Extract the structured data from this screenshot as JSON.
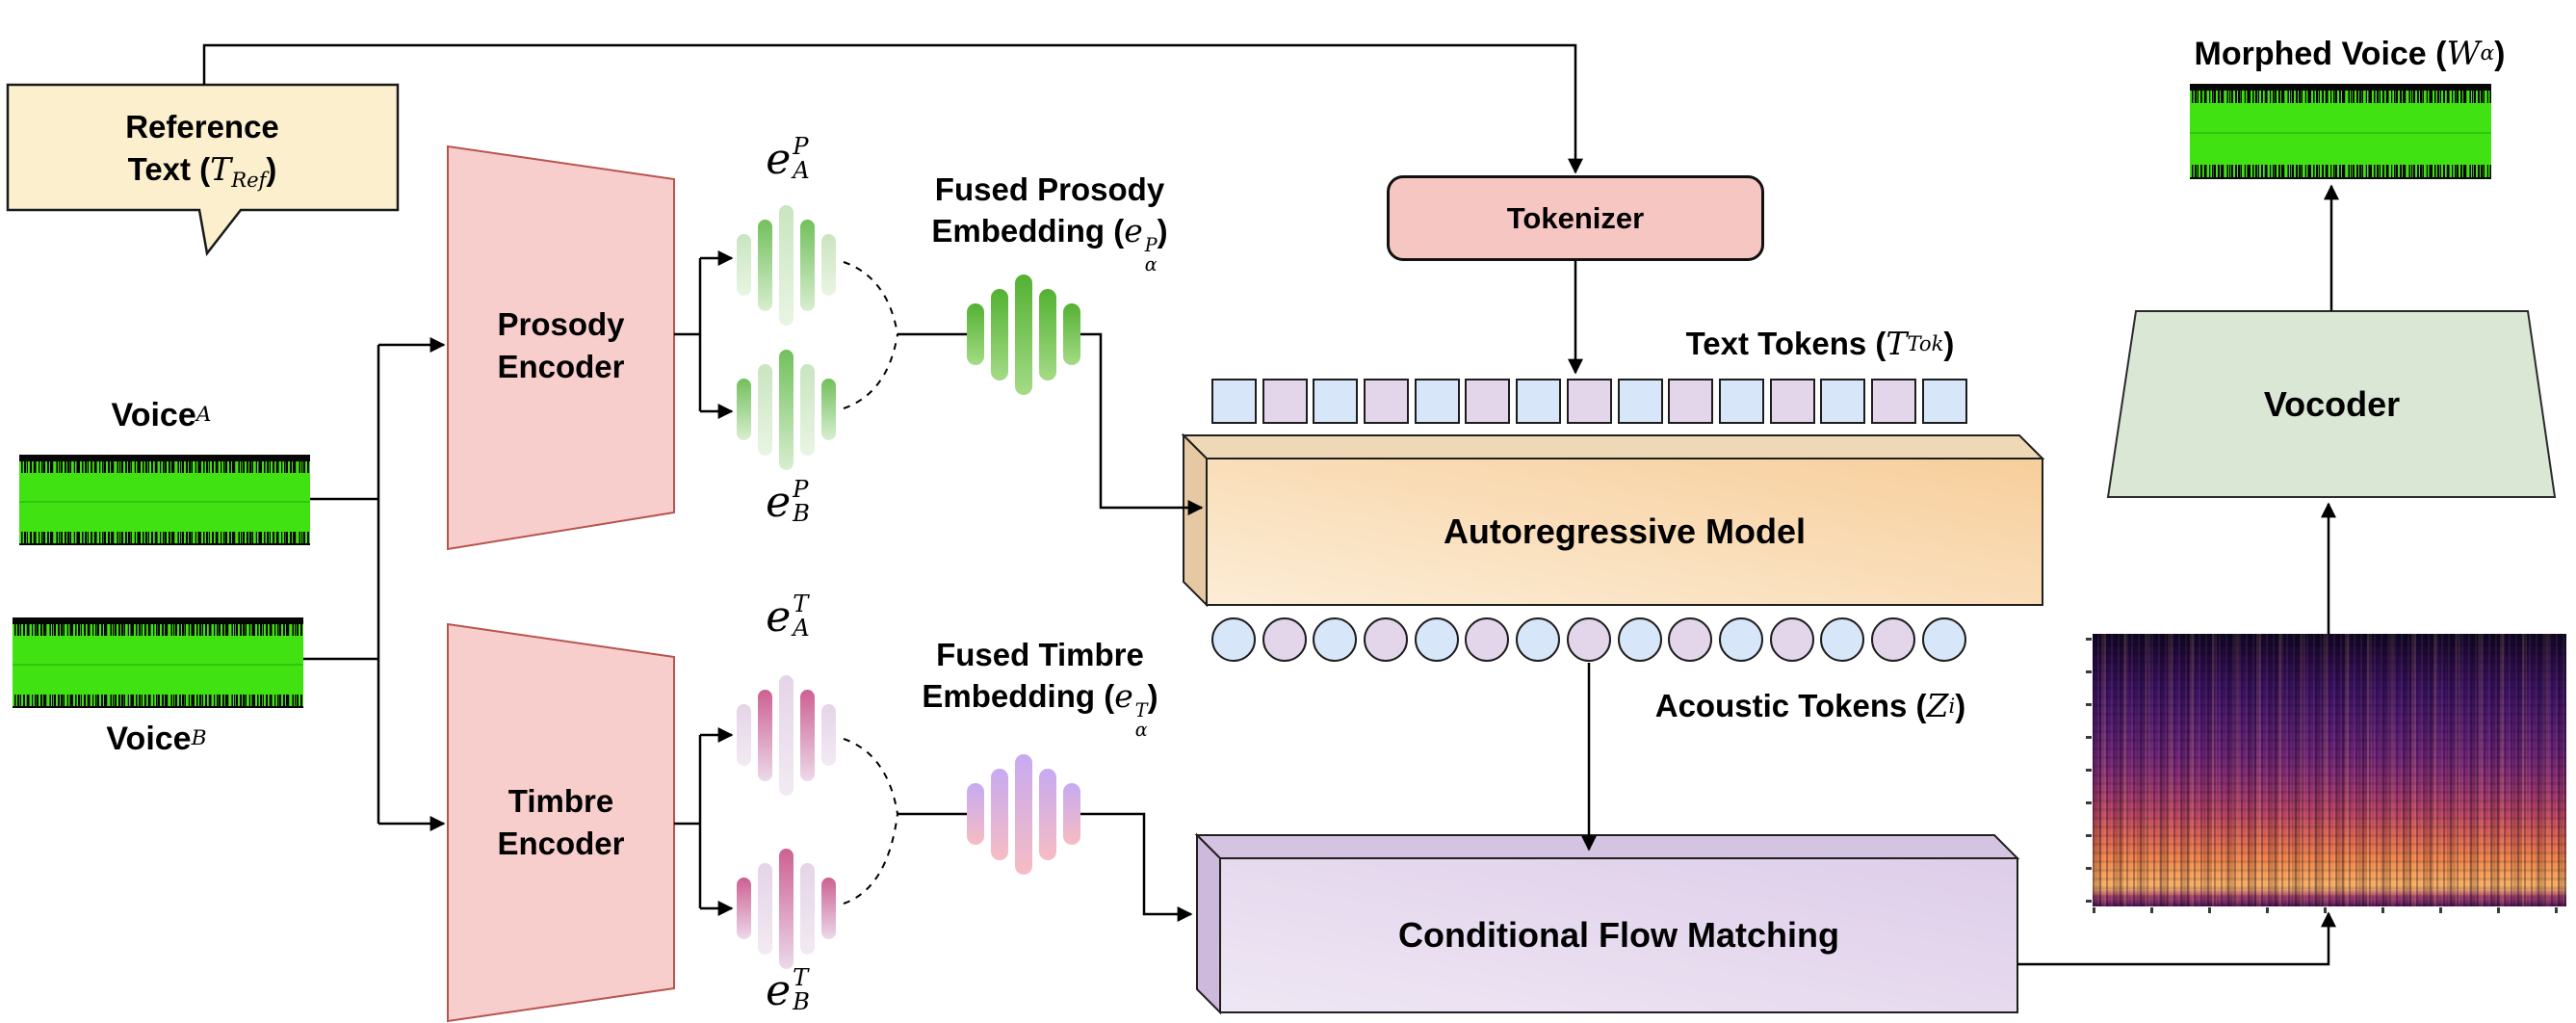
{
  "figure": {
    "type": "architecture-diagram",
    "topic": "voice morphing text-to-speech pipeline"
  },
  "nodes": {
    "reference_bubble": {
      "line1": "Reference",
      "line2_prefix": "Text (",
      "symbol": "T",
      "sub": "Ref",
      "suffix": ")"
    },
    "prosody_encoder": {
      "line1": "Prosody",
      "line2": "Encoder"
    },
    "timbre_encoder": {
      "line1": "Timbre",
      "line2": "Encoder"
    },
    "tokenizer": {
      "label": "Tokenizer"
    },
    "autoregressive_model": {
      "label": "Autoregressive Model"
    },
    "conditional_flow_matching": {
      "label": "Conditional Flow Matching"
    },
    "vocoder": {
      "label": "Vocoder"
    }
  },
  "io": {
    "voice_a": {
      "prefix": "Voice",
      "sub": "A"
    },
    "voice_b": {
      "prefix": "Voice",
      "sub": "B"
    },
    "morphed_voice": {
      "prefix": "Morphed Voice (",
      "symbol": "W",
      "sub": "α",
      "suffix": ")"
    }
  },
  "embeddings": {
    "prosody_a": {
      "base": "e",
      "sup": "P",
      "sub": "A"
    },
    "prosody_b": {
      "base": "e",
      "sup": "P",
      "sub": "B"
    },
    "timbre_a": {
      "base": "e",
      "sup": "T",
      "sub": "A"
    },
    "timbre_b": {
      "base": "e",
      "sup": "T",
      "sub": "B"
    },
    "fused_prosody": {
      "line1": "Fused Prosody",
      "line2_prefix": "Embedding (",
      "base": "e",
      "sup": "P",
      "sub": "α",
      "suffix": ")"
    },
    "fused_timbre": {
      "line1": "Fused Timbre",
      "line2_prefix": "Embedding (",
      "base": "e",
      "sup": "T",
      "sub": "α",
      "suffix": ")"
    }
  },
  "token_rows": {
    "text_tokens": {
      "label_prefix": "Text Tokens (",
      "symbol": "T",
      "sub": "Tok",
      "suffix": ")",
      "count": 15,
      "shape": "square",
      "colors": [
        "#D7E7F9",
        "#E3D6EA"
      ]
    },
    "acoustic_tokens": {
      "label_prefix": "Acoustic Tokens (",
      "symbol": "Z",
      "sub": "i",
      "suffix": ")",
      "count": 15,
      "shape": "circle",
      "colors": [
        "#D7E7F9",
        "#E3D6EA"
      ]
    }
  },
  "bar_groups": {
    "heights": [
      64,
      95,
      125,
      95,
      64
    ],
    "groups": [
      {
        "id": "prosody-a",
        "pattern": [
          "pale",
          "dark",
          "pale",
          "dark",
          "pale"
        ],
        "palette": "prosody"
      },
      {
        "id": "prosody-b",
        "pattern": [
          "dark",
          "pale",
          "dark",
          "pale",
          "dark"
        ],
        "palette": "prosody"
      },
      {
        "id": "timbre-a",
        "pattern": [
          "pale",
          "dark",
          "pale",
          "dark",
          "pale"
        ],
        "palette": "timbre"
      },
      {
        "id": "timbre-b",
        "pattern": [
          "dark",
          "pale",
          "dark",
          "pale",
          "dark"
        ],
        "palette": "timbre"
      },
      {
        "id": "fused-prosody",
        "pattern": [
          "strong",
          "strong",
          "strong",
          "strong",
          "strong"
        ],
        "palette": "fused_prosody"
      },
      {
        "id": "fused-timbre",
        "pattern": [
          "strong",
          "strong",
          "strong",
          "strong",
          "strong"
        ],
        "palette": "fused_timbre"
      }
    ],
    "palettes": {
      "prosody": {
        "pale": [
          "#C9E5C0",
          "#E9F5E3"
        ],
        "dark": [
          "#72C05C",
          "#D8EED0"
        ]
      },
      "timbre": {
        "pale": [
          "#E4D4E7",
          "#F2EAF3"
        ],
        "dark": [
          "#CD6092",
          "#ECD9EA"
        ]
      },
      "fused_prosody": {
        "strong": [
          "#53B133",
          "#A4DB86"
        ]
      },
      "fused_timbre": {
        "strong": [
          "#C7AAF1",
          "#F6BCC3"
        ]
      }
    }
  },
  "palette": {
    "bubble_fill": "#FBEFCE",
    "encoder_fill": "#F8CECC",
    "encoder_stroke": "#B85450",
    "tokenizer_fill": "#F6C6C2",
    "ar_box_fill": "#F9D8A9",
    "cfm_box_fill": "#E6DCEE",
    "vocoder_fill": "#D9E7D4",
    "token_blue": "#D7E7F9",
    "token_purple": "#E3D6EA",
    "waveform_green": "#40E311",
    "connector": "#000000"
  }
}
